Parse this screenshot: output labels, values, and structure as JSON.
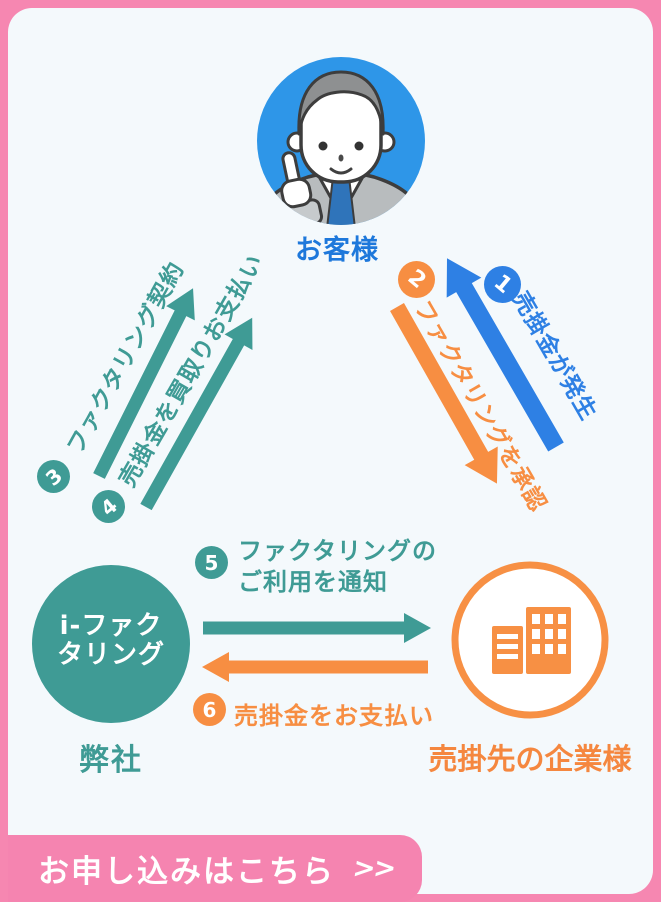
{
  "palette": {
    "frame_pink": "#f687b1",
    "button_pink": "#f584b0",
    "panel_bg": "#f4f9fc",
    "blue": "#2e80e4",
    "customer_blue": "#1e78db",
    "avatar_blue": "#2e96e8",
    "teal": "#3f9b95",
    "orange": "#f78e42",
    "client_orange": "#f5873f"
  },
  "customer": {
    "label": "お客様"
  },
  "our_company": {
    "circle_line1": "i-ファク",
    "circle_line2": "タリング",
    "label": "弊社"
  },
  "client_company": {
    "label": "売掛先の企業様"
  },
  "steps": [
    {
      "num": "1",
      "label": "売掛金が発生",
      "color": "#2e80e4"
    },
    {
      "num": "2",
      "label": "ファクタリングを承認",
      "color": "#f78e42"
    },
    {
      "num": "3",
      "label": "ファクタリング契約",
      "color": "#3f9b95"
    },
    {
      "num": "4",
      "label": "売掛金を買取りお支払い",
      "color": "#3f9b95"
    },
    {
      "num": "5",
      "label_line1": "ファクタリングの",
      "label_line2": "ご利用を通知",
      "color": "#3f9b95"
    },
    {
      "num": "6",
      "label": "売掛金をお支払い",
      "color": "#f78e42"
    }
  ],
  "cta": {
    "label": "お申し込みはこちら",
    "chevron": ">>"
  }
}
